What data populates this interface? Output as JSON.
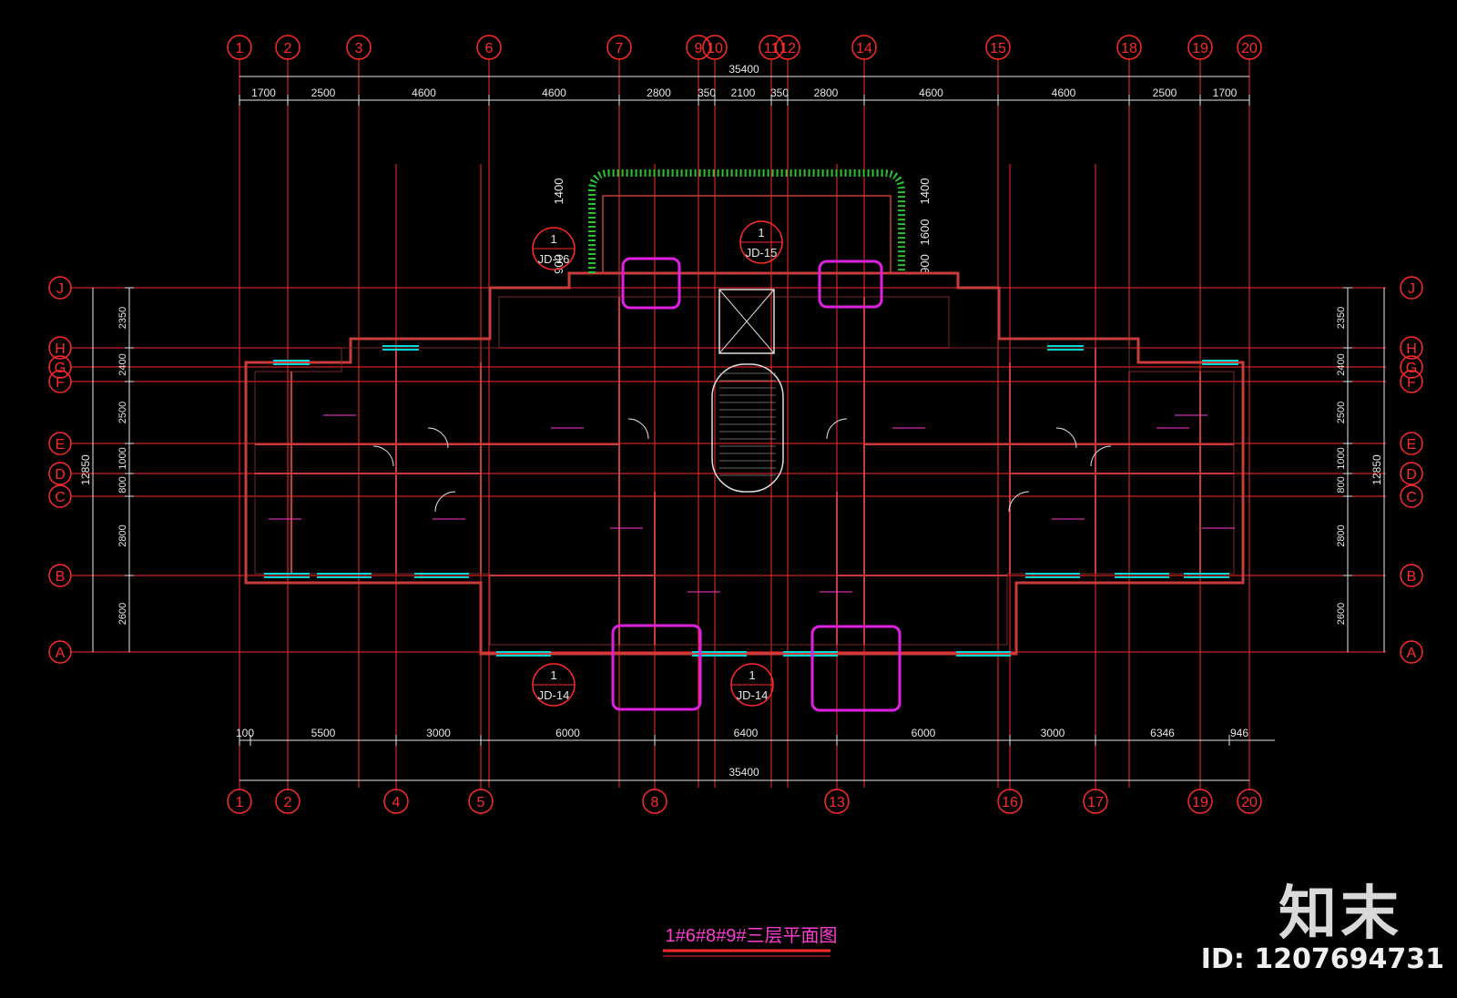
{
  "drawing": {
    "title": "1#6#8#9#三层平面图",
    "colors": {
      "background": "#000000",
      "grid": "#ff2a2a",
      "dim": "#e6e6e6",
      "wall": "#c83c3c",
      "window": "#00d8d8",
      "highlight": "#e020e0",
      "green": "#2ec22e",
      "label": "#ff3bd2"
    },
    "top_axes": [
      "1",
      "2",
      "3",
      "6",
      "7",
      "9",
      "10",
      "11",
      "12",
      "14",
      "15",
      "18",
      "19",
      "20"
    ],
    "bottom_axes": [
      "1",
      "2",
      "4",
      "5",
      "8",
      "13",
      "16",
      "17",
      "19",
      "20"
    ],
    "row_axes": [
      "J",
      "H",
      "G",
      "F",
      "E",
      "D",
      "C",
      "B",
      "A"
    ],
    "top_total": "35400",
    "top_dims": [
      "1700",
      "2500",
      "4600",
      "4600",
      "2800",
      "350",
      "2100",
      "350",
      "2800",
      "4600",
      "4600",
      "2500",
      "1700"
    ],
    "bottom_dims": [
      "100",
      "5500",
      "3000",
      "6000",
      "6400",
      "6000",
      "3000",
      "6346",
      "946"
    ],
    "bottom_total": "35400",
    "side_dims": [
      "2350",
      "2400",
      "2500",
      "1000",
      "800",
      "2800",
      "2600"
    ],
    "side_total": "12850",
    "balcony_dims": [
      "1400",
      "1600",
      "900"
    ],
    "details": [
      "JD-15",
      "JD-16",
      "JD-14",
      "JD-14"
    ],
    "detail_num": "1"
  },
  "watermark": {
    "logo": "知末",
    "id_label": "ID: 1207694731"
  }
}
